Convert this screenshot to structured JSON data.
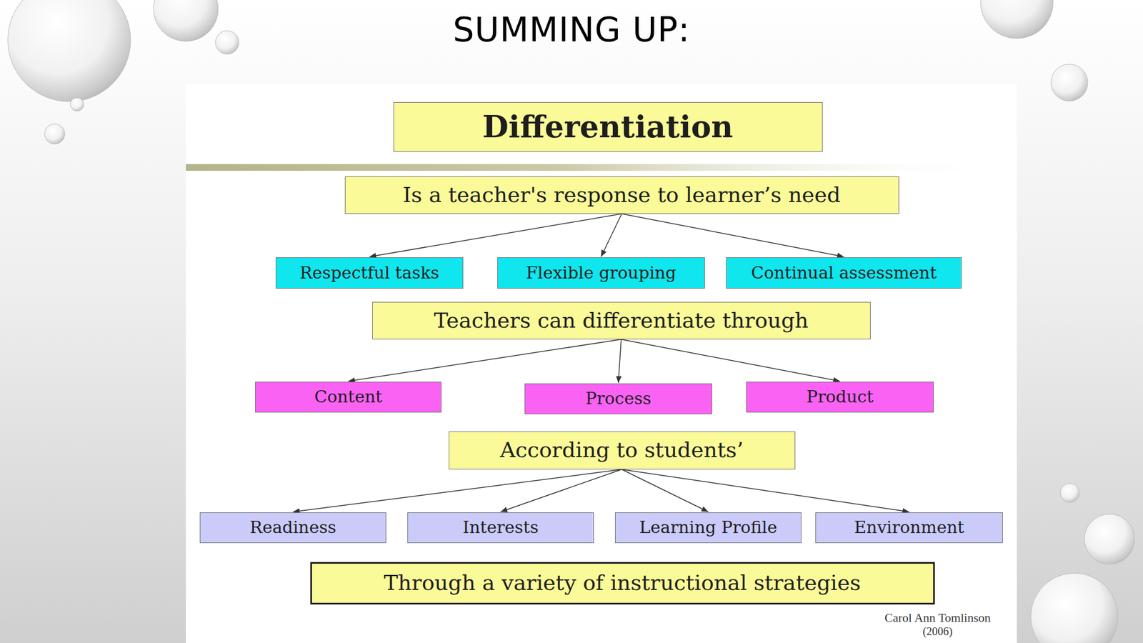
{
  "diagram": {
    "title": "SUMMING UP:",
    "nodes": [
      {
        "text": [
          "Differentiation"
        ]
      },
      {
        "text": [
          "Is a teacher's response to learner’s need"
        ]
      },
      {
        "text": [
          "Respectful tasks"
        ]
      },
      {
        "text": [
          "Flexible grouping"
        ]
      },
      {
        "text": [
          "Continual assessment"
        ]
      },
      {
        "text": [
          "Teachers can differentiate through"
        ]
      },
      {
        "text": [
          "Content"
        ]
      },
      {
        "text": [
          "Process"
        ]
      },
      {
        "text": [
          "Product"
        ]
      },
      {
        "text": [
          "According to students’"
        ]
      },
      {
        "text": [
          "Readiness"
        ]
      },
      {
        "text": [
          "Interests"
        ]
      },
      {
        "text": [
          "Learning Profile"
        ]
      },
      {
        "text": [
          "Environment"
        ]
      },
      {
        "text": [
          "Through a variety of instructional strategies"
        ]
      }
    ],
    "edges": [
      {
        "from": 1,
        "to": 2,
        "arrow": "to"
      },
      {
        "from": 1,
        "to": 3,
        "arrow": "to"
      },
      {
        "from": 1,
        "to": 4,
        "arrow": "to"
      },
      {
        "from": 5,
        "to": 6,
        "arrow": "to"
      },
      {
        "from": 5,
        "to": 7,
        "arrow": "to"
      },
      {
        "from": 5,
        "to": 8,
        "arrow": "to"
      },
      {
        "from": 9,
        "to": 10,
        "arrow": "to"
      },
      {
        "from": 9,
        "to": 11,
        "arrow": "to"
      },
      {
        "from": 9,
        "to": 12,
        "arrow": "to"
      },
      {
        "from": 9,
        "to": 13,
        "arrow": "to"
      }
    ],
    "labels": [
      "Carol Ann Tomlinson",
      "(2006)"
    ]
  }
}
